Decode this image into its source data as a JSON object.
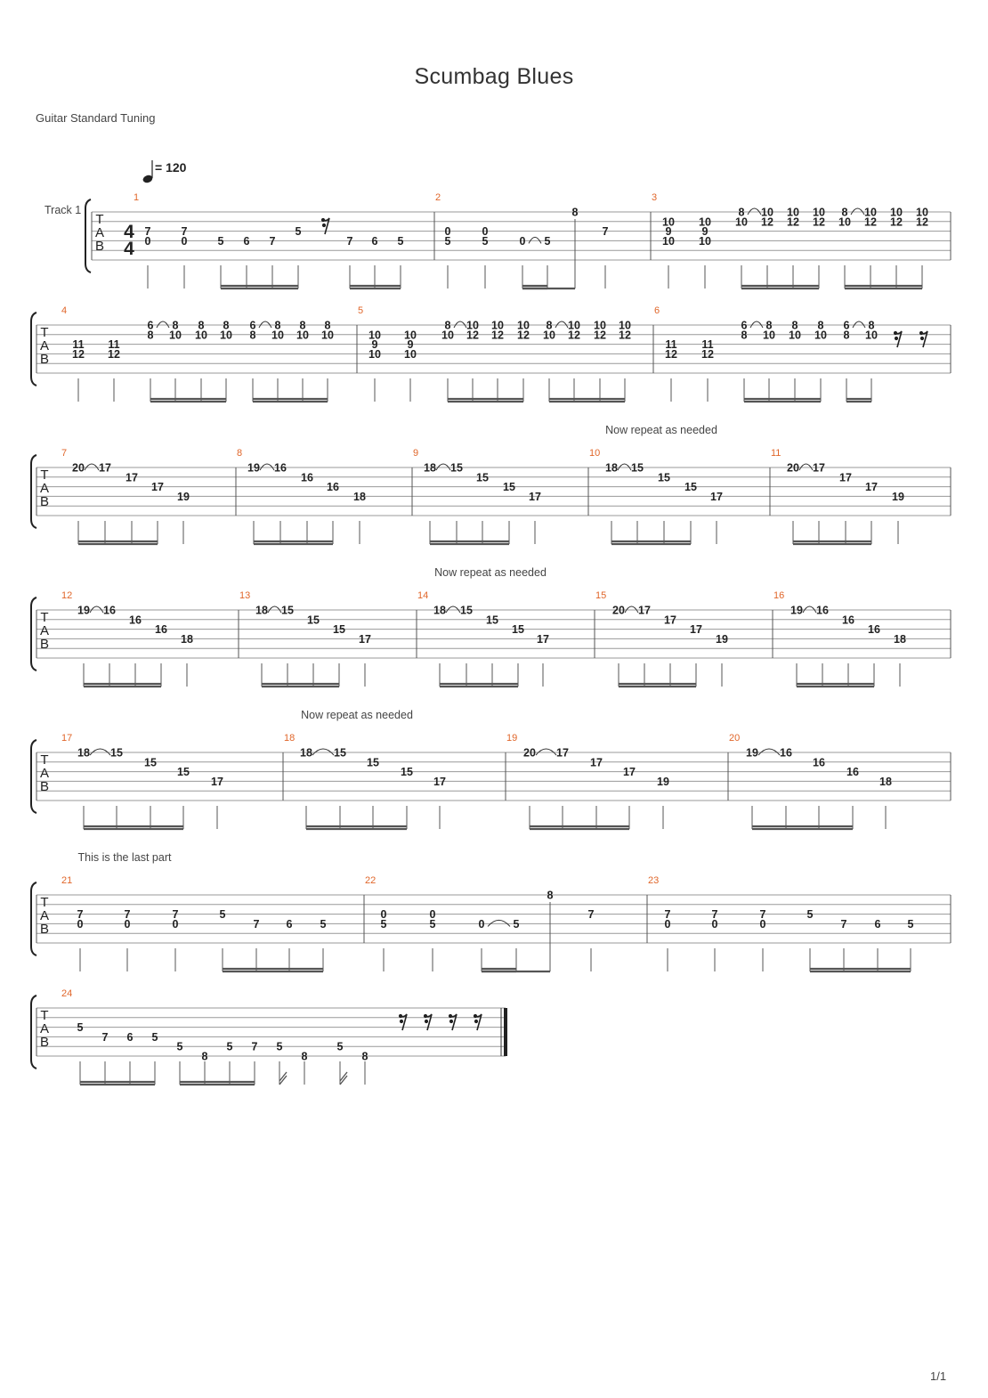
{
  "title": "Scumbag Blues",
  "tuning": "Guitar Standard Tuning",
  "page_number": "1/1",
  "tempo": "= 120",
  "track_name": "Track 1",
  "time_signature": {
    "top": "4",
    "bottom": "4"
  },
  "tab_letters": [
    "T",
    "A",
    "B"
  ],
  "systems": [
    {
      "measures": [
        {
          "number": "1",
          "notes": [
            [
              "7",
              "0"
            ],
            [
              "7",
              "0"
            ],
            "5",
            "6",
            "7",
            "5",
            "rest",
            "7",
            "6",
            "5"
          ]
        },
        {
          "number": "2",
          "notes": [
            [
              "0",
              "5"
            ],
            [
              "0",
              "5"
            ],
            "0",
            "5",
            "8",
            "7"
          ]
        },
        {
          "number": "3",
          "notes": [
            [
              "10",
              "9",
              "10"
            ],
            [
              "10",
              "9",
              "10"
            ],
            [
              "8",
              "10"
            ],
            [
              "10",
              "12"
            ],
            [
              "10",
              "12"
            ],
            [
              "10",
              "12"
            ],
            [
              "8",
              "10"
            ],
            [
              "10",
              "12"
            ],
            [
              "10",
              "12"
            ],
            [
              "10",
              "12"
            ]
          ]
        }
      ]
    },
    {
      "measures": [
        {
          "number": "4",
          "notes": [
            [
              "11",
              "12"
            ],
            [
              "11",
              "12"
            ],
            [
              "6",
              "8"
            ],
            [
              "8",
              "10"
            ],
            [
              "8",
              "10"
            ],
            [
              "8",
              "10"
            ],
            [
              "6",
              "8"
            ],
            [
              "8",
              "10"
            ],
            [
              "8",
              "10"
            ],
            [
              "8",
              "10"
            ]
          ]
        },
        {
          "number": "5",
          "notes": [
            [
              "10",
              "9",
              "10"
            ],
            [
              "10",
              "9",
              "10"
            ],
            [
              "8",
              "10"
            ],
            [
              "10",
              "12"
            ],
            [
              "10",
              "12"
            ],
            [
              "10",
              "12"
            ],
            [
              "8",
              "10"
            ],
            [
              "10",
              "12"
            ],
            [
              "10",
              "12"
            ],
            [
              "10",
              "12"
            ]
          ]
        },
        {
          "number": "6",
          "notes": [
            [
              "11",
              "12"
            ],
            [
              "11",
              "12"
            ],
            [
              "6",
              "8"
            ],
            [
              "8",
              "10"
            ],
            [
              "8",
              "10"
            ],
            [
              "8",
              "10"
            ],
            [
              "6",
              "8"
            ],
            [
              "8",
              "10"
            ],
            "rest",
            "rest"
          ]
        }
      ]
    },
    {
      "annotation": "Now repeat as needed",
      "measures": [
        {
          "number": "7",
          "notes": [
            "20",
            "17",
            "17",
            "17",
            "19"
          ]
        },
        {
          "number": "8",
          "notes": [
            "19",
            "16",
            "16",
            "16",
            "18"
          ]
        },
        {
          "number": "9",
          "notes": [
            "18",
            "15",
            "15",
            "15",
            "17"
          ]
        },
        {
          "number": "10",
          "notes": [
            "18",
            "15",
            "15",
            "15",
            "17"
          ]
        },
        {
          "number": "11",
          "notes": [
            "20",
            "17",
            "17",
            "17",
            "19"
          ]
        }
      ]
    },
    {
      "annotation": "Now repeat as needed",
      "measures": [
        {
          "number": "12",
          "notes": [
            "19",
            "16",
            "16",
            "16",
            "18"
          ]
        },
        {
          "number": "13",
          "notes": [
            "18",
            "15",
            "15",
            "15",
            "17"
          ]
        },
        {
          "number": "14",
          "notes": [
            "18",
            "15",
            "15",
            "15",
            "17"
          ]
        },
        {
          "number": "15",
          "notes": [
            "20",
            "17",
            "17",
            "17",
            "19"
          ]
        },
        {
          "number": "16",
          "notes": [
            "19",
            "16",
            "16",
            "16",
            "18"
          ]
        }
      ]
    },
    {
      "annotation": "Now repeat as needed",
      "measures": [
        {
          "number": "17",
          "notes": [
            "18",
            "15",
            "15",
            "15",
            "17"
          ]
        },
        {
          "number": "18",
          "notes": [
            "18",
            "15",
            "15",
            "15",
            "17"
          ]
        },
        {
          "number": "19",
          "notes": [
            "20",
            "17",
            "17",
            "17",
            "19"
          ]
        },
        {
          "number": "20",
          "notes": [
            "19",
            "16",
            "16",
            "16",
            "18"
          ]
        }
      ]
    },
    {
      "annotation": "This is the last part",
      "measures": [
        {
          "number": "21",
          "notes": [
            [
              "7",
              "0"
            ],
            [
              "7",
              "0"
            ],
            [
              "7",
              "0"
            ],
            "5",
            "7",
            "6",
            "5"
          ]
        },
        {
          "number": "22",
          "notes": [
            [
              "0",
              "5"
            ],
            [
              "0",
              "5"
            ],
            "0",
            "5",
            "8",
            "7"
          ]
        },
        {
          "number": "23",
          "notes": [
            [
              "7",
              "0"
            ],
            [
              "7",
              "0"
            ],
            [
              "7",
              "0"
            ],
            "5",
            "7",
            "6",
            "5"
          ]
        }
      ]
    },
    {
      "measures": [
        {
          "number": "24",
          "notes": [
            "5",
            "7",
            "6",
            "5",
            "5",
            "8",
            "5",
            "7",
            "5",
            "8",
            "5",
            "8",
            "rest",
            "rest",
            "rest",
            "rest"
          ]
        }
      ]
    }
  ]
}
